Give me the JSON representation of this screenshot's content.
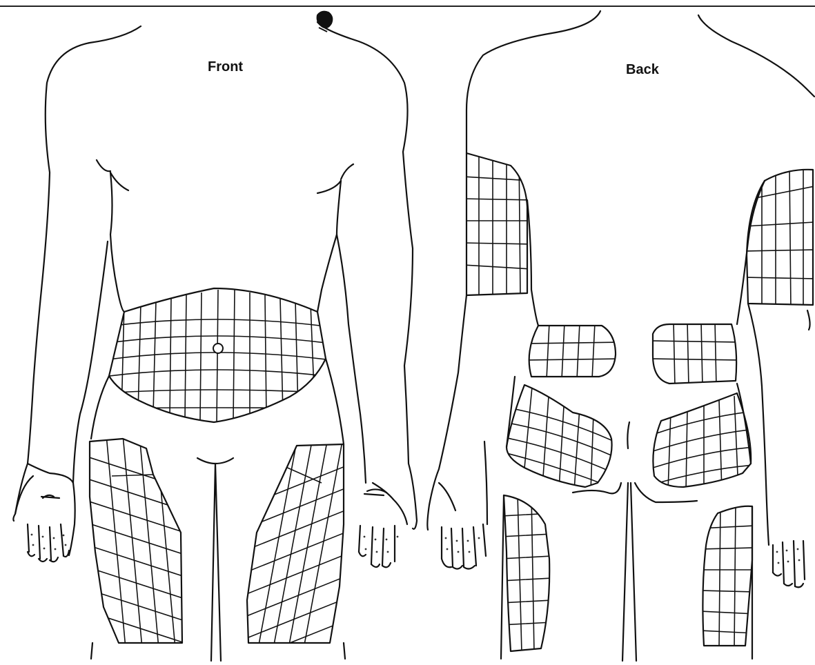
{
  "labels": {
    "front": "Front",
    "back": "Back"
  },
  "regions": {
    "front": [
      "abdomen",
      "left-thigh",
      "right-thigh"
    ],
    "back": [
      "left-upper-arm",
      "right-upper-arm",
      "left-flank",
      "right-flank",
      "left-buttock",
      "right-buttock",
      "left-back-thigh",
      "right-back-thigh"
    ]
  }
}
